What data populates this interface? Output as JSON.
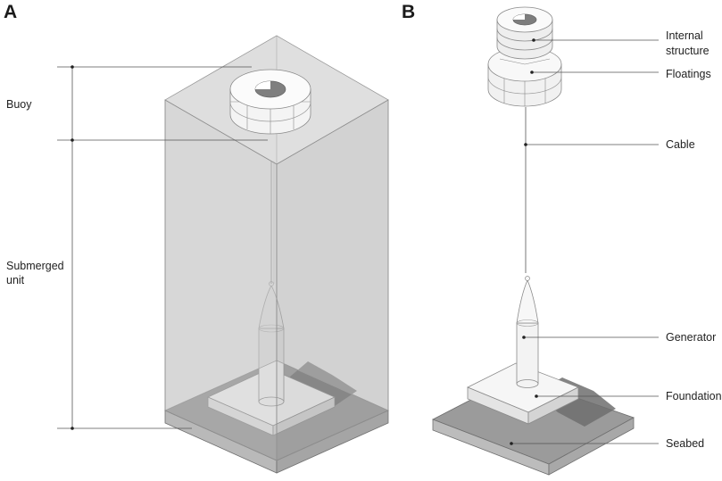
{
  "panels": {
    "a": {
      "letter": "A",
      "labels": {
        "buoy": "Buoy",
        "submerged": [
          "Submerged",
          "unit"
        ]
      }
    },
    "b": {
      "letter": "B",
      "labels": {
        "internal_structure": [
          "Internal",
          "structure"
        ],
        "floatings": "Floatings",
        "cable": "Cable",
        "generator": "Generator",
        "foundation": "Foundation",
        "seabed": "Seabed"
      }
    }
  },
  "colors": {
    "box_fill": "#cfcfcf",
    "seabed_fill": "#8f8f8f",
    "shadow": "#6a6a6a",
    "object_fill": "#f2f2f2"
  }
}
